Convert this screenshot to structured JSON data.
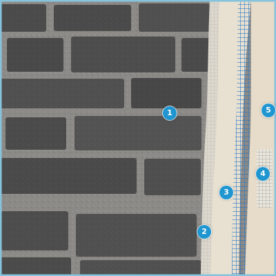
{
  "colors": {
    "background_blue": "#77b9d1",
    "brick": "#4b4b4b",
    "mortar": "#8c8a86",
    "render_layer": "#d9d2c2",
    "finish_layer": "#eee6d4",
    "mesh": "#2b78c5",
    "marker": "#2096d1"
  },
  "markers": [
    {
      "label": "1"
    },
    {
      "label": "2"
    },
    {
      "label": "3"
    },
    {
      "label": "4"
    },
    {
      "label": "5"
    }
  ]
}
